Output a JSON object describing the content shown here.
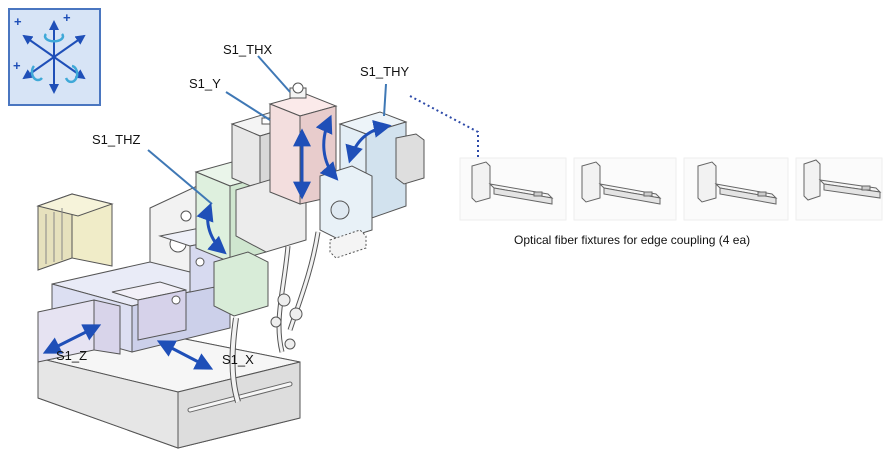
{
  "labels": {
    "s1_thx": "S1_THX",
    "s1_y": "S1_Y",
    "s1_thy": "S1_THY",
    "s1_thz": "S1_THZ",
    "s1_z": "S1_Z",
    "s1_x": "S1_X"
  },
  "caption": "Optical fiber fixtures for edge coupling (4 ea)",
  "colors": {
    "axis_arrow": "#1f4fb8",
    "leader_line": "#3f78b5",
    "icon_border": "#4a76c0",
    "icon_background": "#d7e4f6",
    "icon_rotation": "#3fa9d8",
    "stage_x_tint": "#dcdff2",
    "stage_z_tint": "#e6e3f2",
    "thx_tint": "#f3dede",
    "thz_tint": "#def0de",
    "thy_tint": "#e3eef6",
    "motor_tint": "#f0ecc8"
  },
  "icons": {
    "axes_legend": "six-axis-coordinate-icon"
  }
}
